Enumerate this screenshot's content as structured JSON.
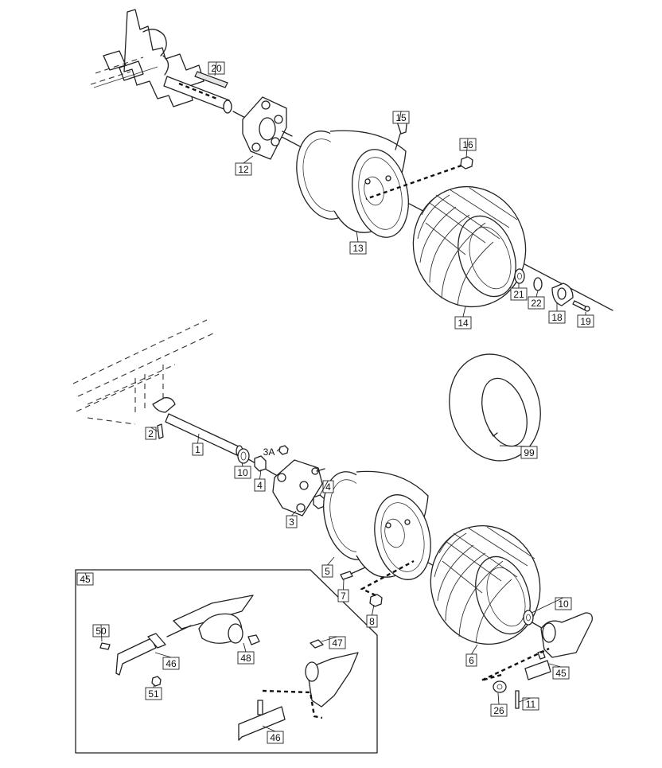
{
  "callouts": [
    {
      "id": "c20",
      "text": "20",
      "boxed": true
    },
    {
      "id": "c15",
      "text": "15",
      "boxed": true
    },
    {
      "id": "c16",
      "text": "16",
      "boxed": true
    },
    {
      "id": "c12",
      "text": "12",
      "boxed": true
    },
    {
      "id": "c13",
      "text": "13",
      "boxed": true
    },
    {
      "id": "c14",
      "text": "14",
      "boxed": true
    },
    {
      "id": "c21",
      "text": "21",
      "boxed": true
    },
    {
      "id": "c22",
      "text": "22",
      "boxed": true
    },
    {
      "id": "c18",
      "text": "18",
      "boxed": true
    },
    {
      "id": "c19",
      "text": "19",
      "boxed": true
    },
    {
      "id": "c99",
      "text": "99",
      "boxed": true
    },
    {
      "id": "c2",
      "text": "2",
      "boxed": true
    },
    {
      "id": "c1",
      "text": "1",
      "boxed": true
    },
    {
      "id": "c3A",
      "text": "3A",
      "boxed": false
    },
    {
      "id": "c10a",
      "text": "10",
      "boxed": true
    },
    {
      "id": "c4a",
      "text": "4",
      "boxed": true
    },
    {
      "id": "c4b",
      "text": "4",
      "boxed": true
    },
    {
      "id": "c3",
      "text": "3",
      "boxed": true
    },
    {
      "id": "c5",
      "text": "5",
      "boxed": true
    },
    {
      "id": "c7",
      "text": "7",
      "boxed": true
    },
    {
      "id": "c8",
      "text": "8",
      "boxed": true
    },
    {
      "id": "c10b",
      "text": "10",
      "boxed": true
    },
    {
      "id": "c6",
      "text": "6",
      "boxed": true
    },
    {
      "id": "c45a",
      "text": "45",
      "boxed": true
    },
    {
      "id": "c26",
      "text": "26",
      "boxed": true
    },
    {
      "id": "c11",
      "text": "11",
      "boxed": true
    },
    {
      "id": "c45b",
      "text": "45",
      "boxed": true
    },
    {
      "id": "c50",
      "text": "50",
      "boxed": true
    },
    {
      "id": "c46a",
      "text": "46",
      "boxed": true
    },
    {
      "id": "c48",
      "text": "48",
      "boxed": true
    },
    {
      "id": "c47",
      "text": "47",
      "boxed": true
    },
    {
      "id": "c51",
      "text": "51",
      "boxed": true
    },
    {
      "id": "c46b",
      "text": "46",
      "boxed": true
    }
  ]
}
